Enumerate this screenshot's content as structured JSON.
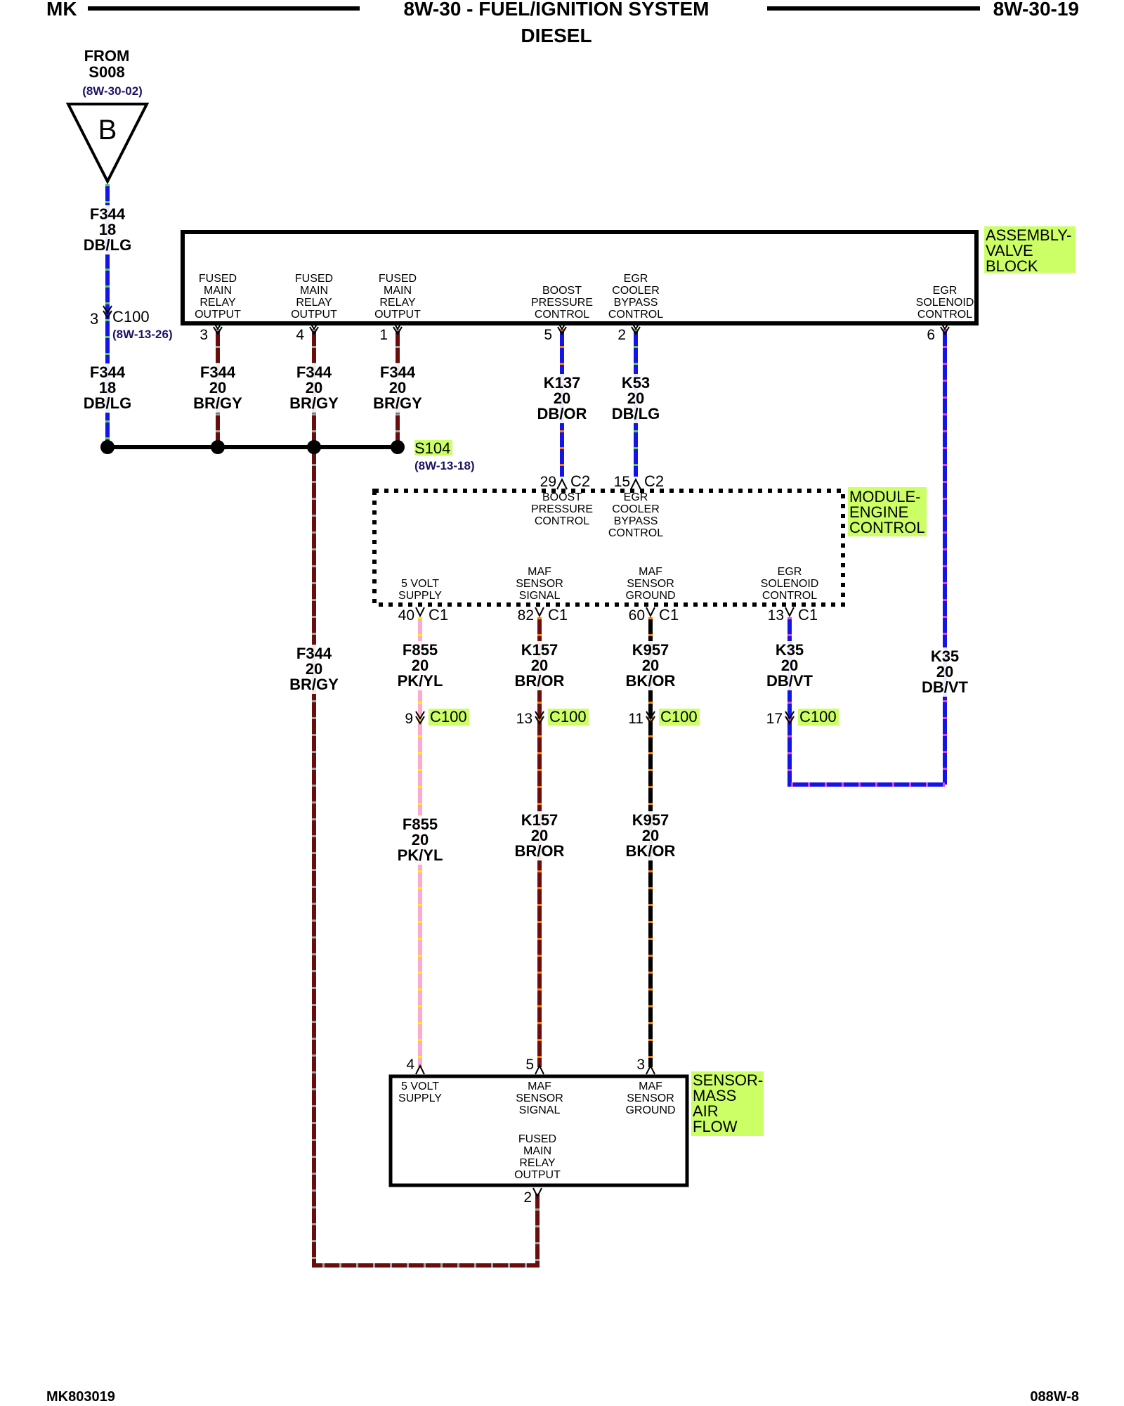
{
  "header": {
    "left": "MK",
    "title": "8W-30 - FUEL/IGNITION SYSTEM",
    "subtitle": "DIESEL",
    "right": "8W-30-19"
  },
  "source": {
    "from_label": "FROM",
    "splice": "S008",
    "ref": "(8W-30-02)",
    "letter": "B"
  },
  "connector_c100_top": {
    "pin": "3",
    "name": "C100",
    "ref": "(8W-13-26)"
  },
  "splice_s104": {
    "name": "S104",
    "ref": "(8W-13-18)"
  },
  "valve_block": {
    "name_lines": [
      "ASSEMBLY-",
      "VALVE",
      "BLOCK"
    ],
    "pins": [
      {
        "num": "3",
        "label": [
          "FUSED",
          "MAIN",
          "RELAY",
          "OUTPUT"
        ]
      },
      {
        "num": "4",
        "label": [
          "FUSED",
          "MAIN",
          "RELAY",
          "OUTPUT"
        ]
      },
      {
        "num": "1",
        "label": [
          "FUSED",
          "MAIN",
          "RELAY",
          "OUTPUT"
        ]
      },
      {
        "num": "5",
        "label": [
          "BOOST",
          "PRESSURE",
          "CONTROL"
        ]
      },
      {
        "num": "2",
        "label": [
          "EGR",
          "COOLER",
          "BYPASS",
          "CONTROL"
        ]
      },
      {
        "num": "6",
        "label": [
          "EGR",
          "SOLENOID",
          "CONTROL"
        ]
      }
    ]
  },
  "pcm": {
    "name_lines": [
      "MODULE-",
      "ENGINE",
      "CONTROL"
    ],
    "c2_pins": [
      {
        "num": "29",
        "conn": "C2",
        "label": [
          "BOOST",
          "PRESSURE",
          "CONTROL"
        ]
      },
      {
        "num": "15",
        "conn": "C2",
        "label": [
          "EGR",
          "COOLER",
          "BYPASS",
          "CONTROL"
        ]
      }
    ],
    "c1_pins": [
      {
        "num": "40",
        "conn": "C1",
        "label": [
          "5 VOLT",
          "SUPPLY"
        ]
      },
      {
        "num": "82",
        "conn": "C1",
        "label": [
          "MAF",
          "SENSOR",
          "SIGNAL"
        ]
      },
      {
        "num": "60",
        "conn": "C1",
        "label": [
          "MAF",
          "SENSOR",
          "GROUND"
        ]
      },
      {
        "num": "13",
        "conn": "C1",
        "label": [
          "EGR",
          "SOLENOID",
          "CONTROL"
        ]
      }
    ]
  },
  "c100_inline": [
    {
      "pin": "9",
      "name": "C100"
    },
    {
      "pin": "13",
      "name": "C100"
    },
    {
      "pin": "11",
      "name": "C100"
    },
    {
      "pin": "17",
      "name": "C100"
    }
  ],
  "maf_sensor": {
    "name_lines": [
      "SENSOR-",
      "MASS",
      "AIR",
      "FLOW"
    ],
    "pins": [
      {
        "num": "4",
        "label": [
          "5 VOLT",
          "SUPPLY"
        ]
      },
      {
        "num": "5",
        "label": [
          "MAF",
          "SENSOR",
          "SIGNAL"
        ]
      },
      {
        "num": "3",
        "label": [
          "MAF",
          "SENSOR",
          "GROUND"
        ]
      },
      {
        "num": "2",
        "label": [
          "FUSED",
          "MAIN",
          "RELAY",
          "OUTPUT"
        ]
      }
    ]
  },
  "wires": [
    {
      "circuit": "F344",
      "gauge": "18",
      "color": "DB/LG"
    },
    {
      "circuit": "F344",
      "gauge": "18",
      "color": "DB/LG"
    },
    {
      "circuit": "F344",
      "gauge": "20",
      "color": "BR/GY"
    },
    {
      "circuit": "F344",
      "gauge": "20",
      "color": "BR/GY"
    },
    {
      "circuit": "F344",
      "gauge": "20",
      "color": "BR/GY"
    },
    {
      "circuit": "K137",
      "gauge": "20",
      "color": "DB/OR"
    },
    {
      "circuit": "K53",
      "gauge": "20",
      "color": "DB/LG"
    },
    {
      "circuit": "F344",
      "gauge": "20",
      "color": "BR/GY"
    },
    {
      "circuit": "F855",
      "gauge": "20",
      "color": "PK/YL"
    },
    {
      "circuit": "K157",
      "gauge": "20",
      "color": "BR/OR"
    },
    {
      "circuit": "K957",
      "gauge": "20",
      "color": "BK/OR"
    },
    {
      "circuit": "K35",
      "gauge": "20",
      "color": "DB/VT"
    },
    {
      "circuit": "K35",
      "gauge": "20",
      "color": "DB/VT"
    },
    {
      "circuit": "F855",
      "gauge": "20",
      "color": "PK/YL"
    },
    {
      "circuit": "K157",
      "gauge": "20",
      "color": "BR/OR"
    },
    {
      "circuit": "K957",
      "gauge": "20",
      "color": "BK/OR"
    }
  ],
  "footer": {
    "left": "MK803019",
    "right": "088W-8"
  },
  "colors": {
    "dark_blue": "#1414e6",
    "light_green": "#55cc55",
    "brown": "#6b0d0d",
    "gray": "#9aa3aa",
    "orange": "#ff7a00",
    "pink": "#ffaacc",
    "yellow": "#ffee00",
    "black": "#000000",
    "violet": "#dd44dd",
    "highlight": "#ccff66"
  }
}
